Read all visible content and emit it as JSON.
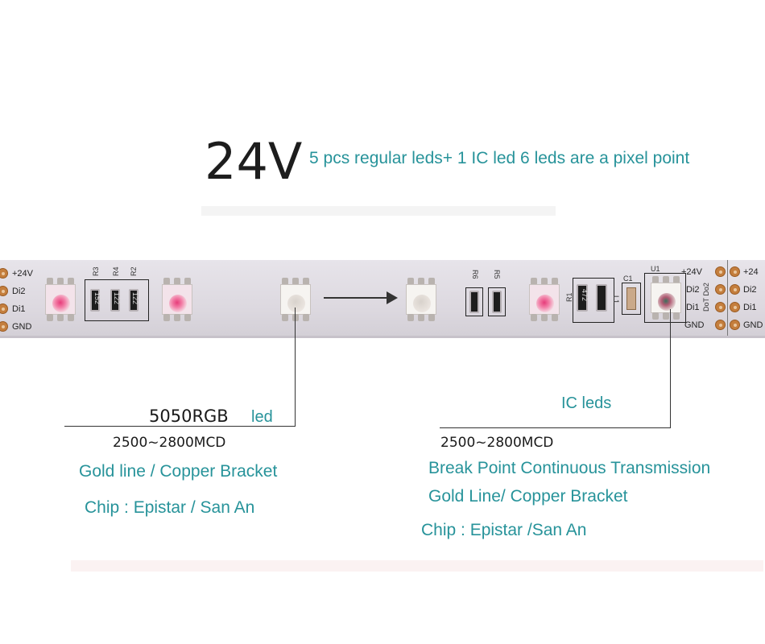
{
  "header": {
    "voltage": "24V",
    "headline": "5 pcs regular leds+ 1 IC led 6 leds are a pixel point"
  },
  "strip": {
    "bus_labels_left": [
      "+24V",
      "Di2",
      "Di1",
      "GND"
    ],
    "bus_labels_right_inner": [
      "+24V",
      "Di2",
      "Di1",
      "GND"
    ],
    "bus_labels_right_outer": [
      "+24",
      "Di2",
      "Di1",
      "GND"
    ],
    "silkscreen": {
      "r3": "R3",
      "r4": "R4",
      "r2": "R2",
      "r6": "R6",
      "r5": "R5",
      "r1": "R1",
      "c1": "C1",
      "l1": "L1",
      "u1": "U1",
      "dodo": "DoT Do2",
      "val_a": "152",
      "val_b": "122",
      "val_c": "122",
      "val_d": "472"
    }
  },
  "left_callout": {
    "led_name": "5050RGB",
    "led_suffix": "led",
    "brightness": "2500~2800MCD",
    "bracket": "Gold line / Copper Bracket",
    "chip": "Chip  : Epistar / San An"
  },
  "right_callout": {
    "title": "IC leds",
    "brightness": "2500~2800MCD",
    "feature": "Break Point Continuous Transmission",
    "bracket": "Gold Line/ Copper Bracket",
    "chip": "Chip : Epistar /San An"
  },
  "colors": {
    "accent_teal": "#27939a",
    "pad_copper": "#c47e3d",
    "strip_base": "#e2dee5"
  }
}
